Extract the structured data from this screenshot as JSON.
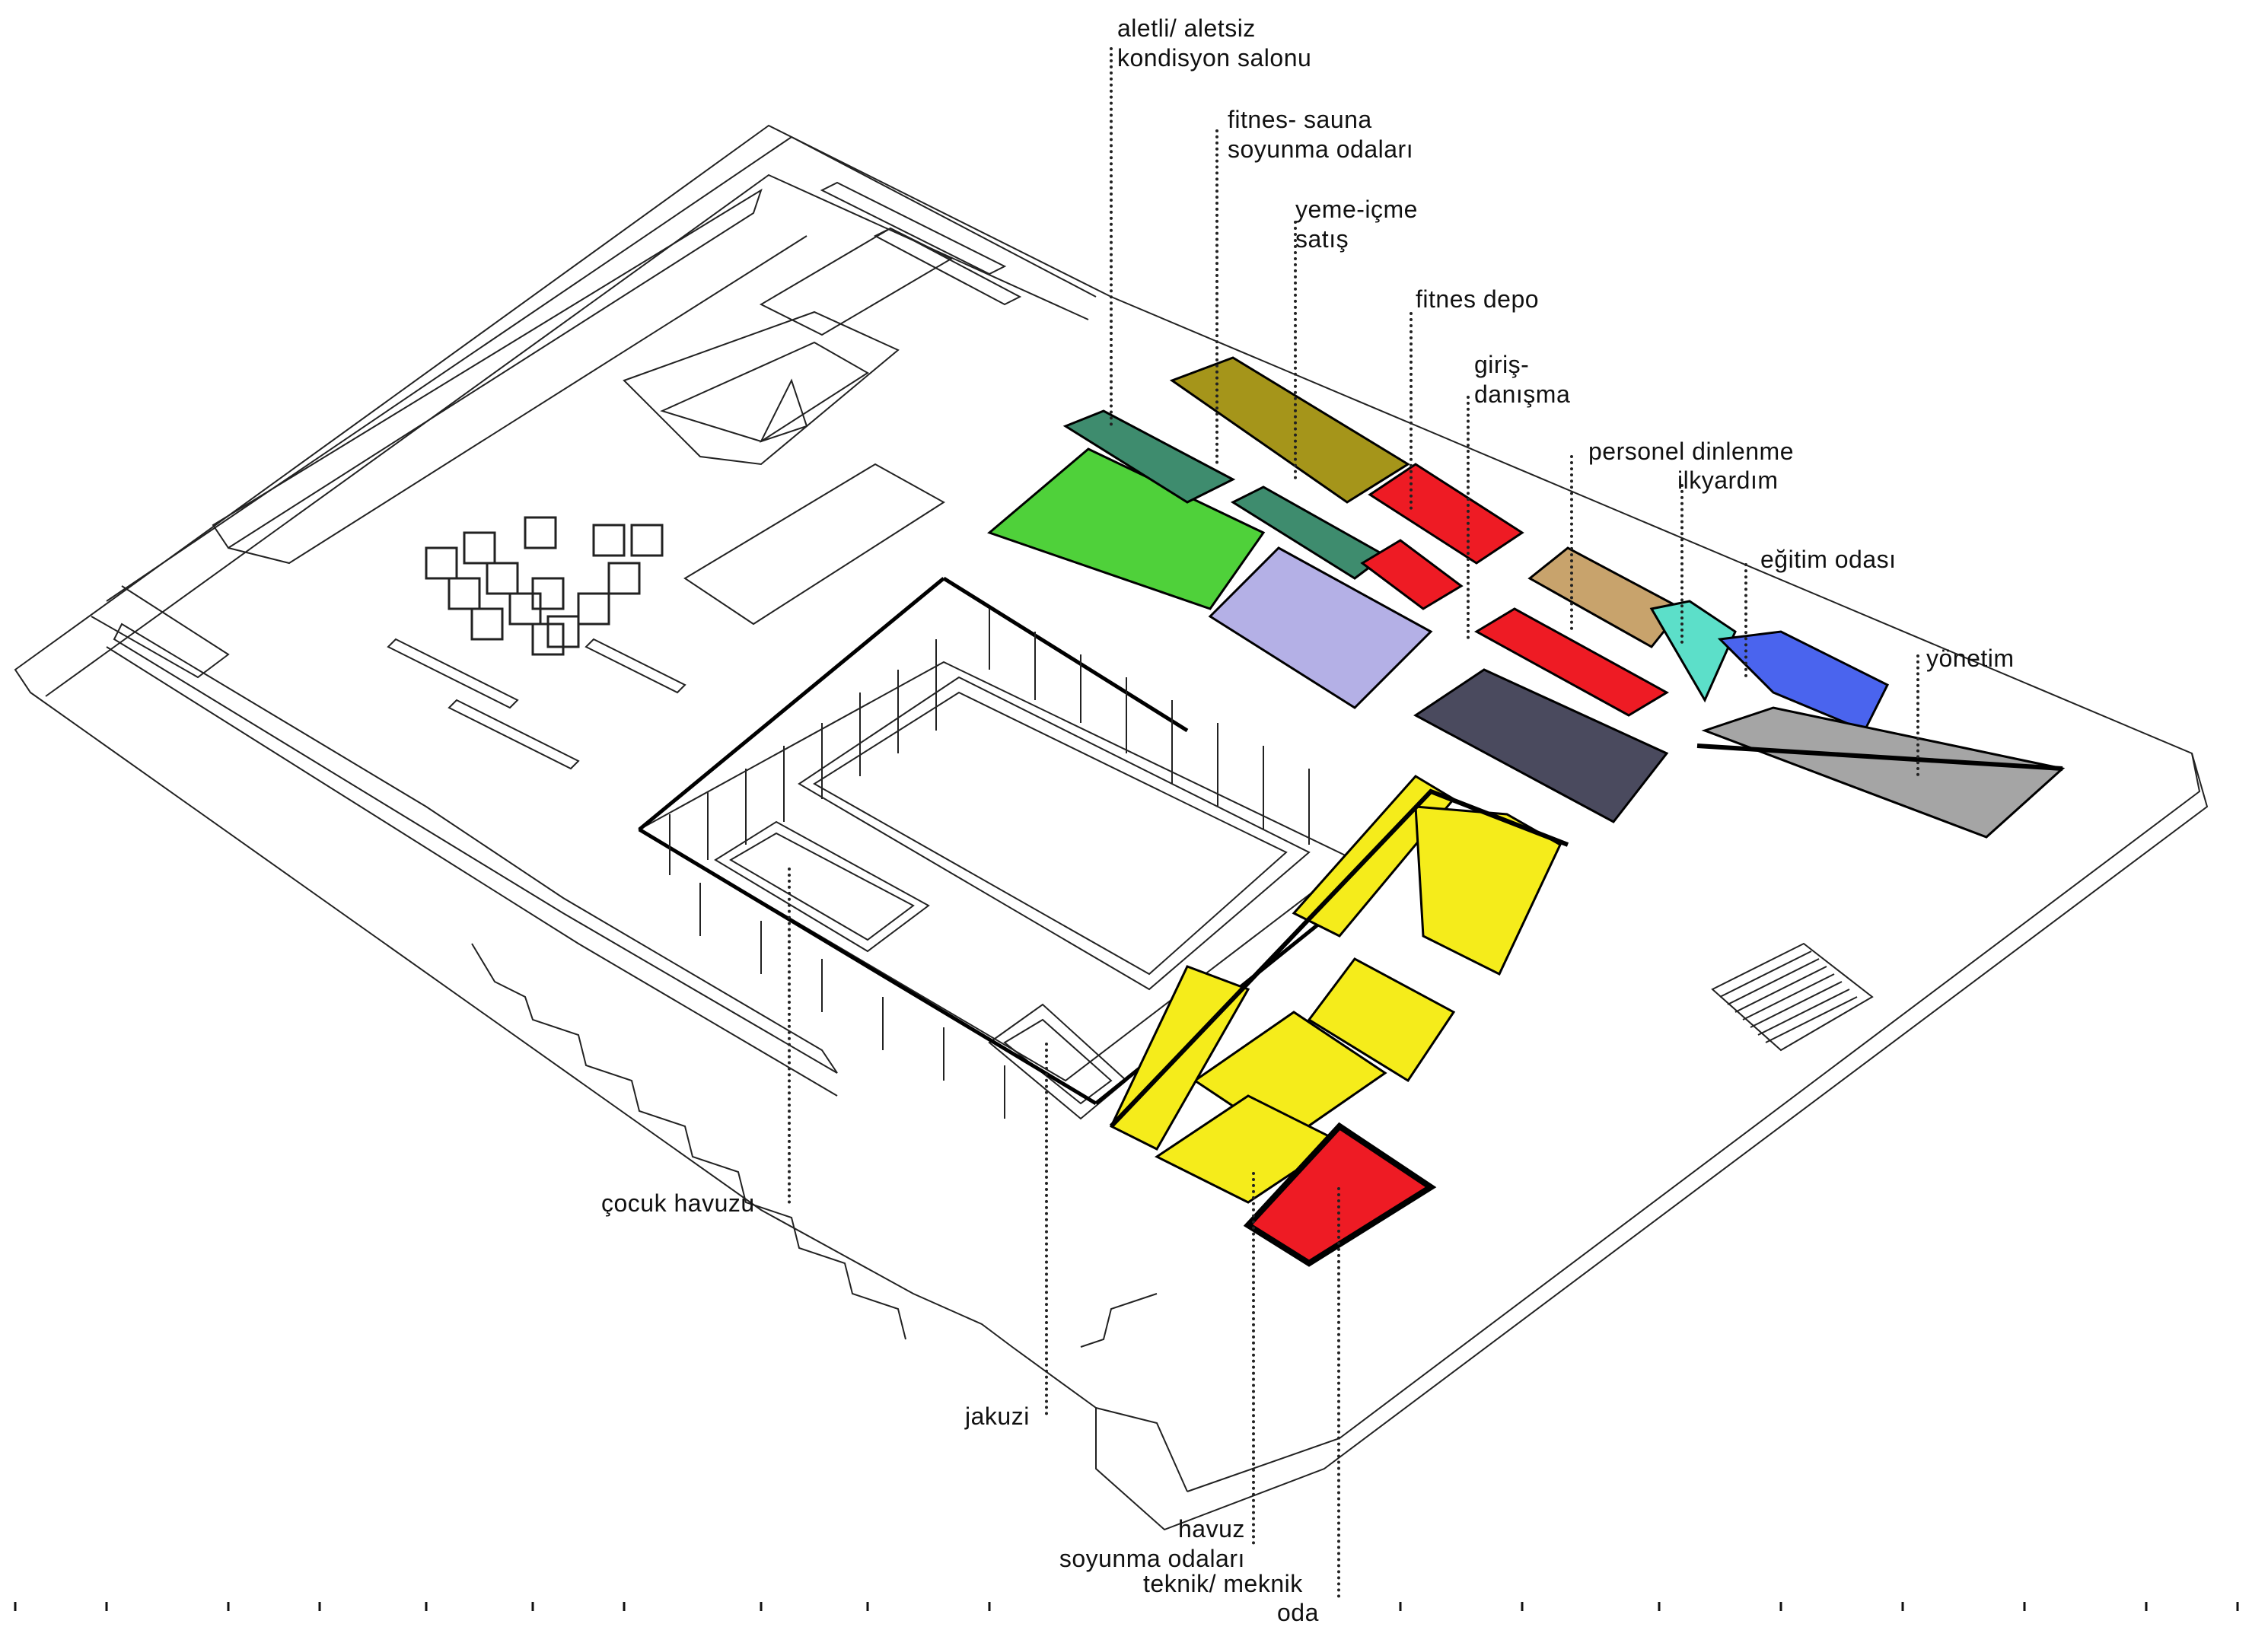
{
  "labels": {
    "aletli_aletsiz": [
      "aletli/ aletsiz",
      "kondisyon salonu"
    ],
    "fitnes_sauna": [
      "fitnes- sauna",
      "soyunma odaları"
    ],
    "yeme_icme": [
      "yeme-içme",
      "satış"
    ],
    "fitnes_depo": [
      "fitnes depo"
    ],
    "giris_danisma": [
      "giriş-",
      "danışma"
    ],
    "personel_dinlenme": [
      "personel dinlenme"
    ],
    "ilkyardim": [
      "ilkyardım"
    ],
    "egitim_odasi": [
      "eğitim odası"
    ],
    "yonetim": [
      "yönetim"
    ],
    "cocuk_havuzu": [
      "çocuk havuzu"
    ],
    "jakuzi": [
      "jakuzi"
    ],
    "havuz_soyunma": [
      "havuz",
      "soyunma odaları"
    ],
    "teknik_mekanik": [
      "teknik/ meknik",
      "oda"
    ]
  },
  "colors": {
    "kondisyon": "#4fd13a",
    "kondisyon_dark": "#3e8c6e",
    "olive": "#a5951a",
    "red": "#ee1b24",
    "lavender": "#b4b0e6",
    "tan": "#c8a36c",
    "teal": "#5cdfc9",
    "blue": "#4a64ee",
    "gray": "#a5a5a5",
    "slate": "#4a4a5e",
    "yellow": "#f5ec1b"
  }
}
